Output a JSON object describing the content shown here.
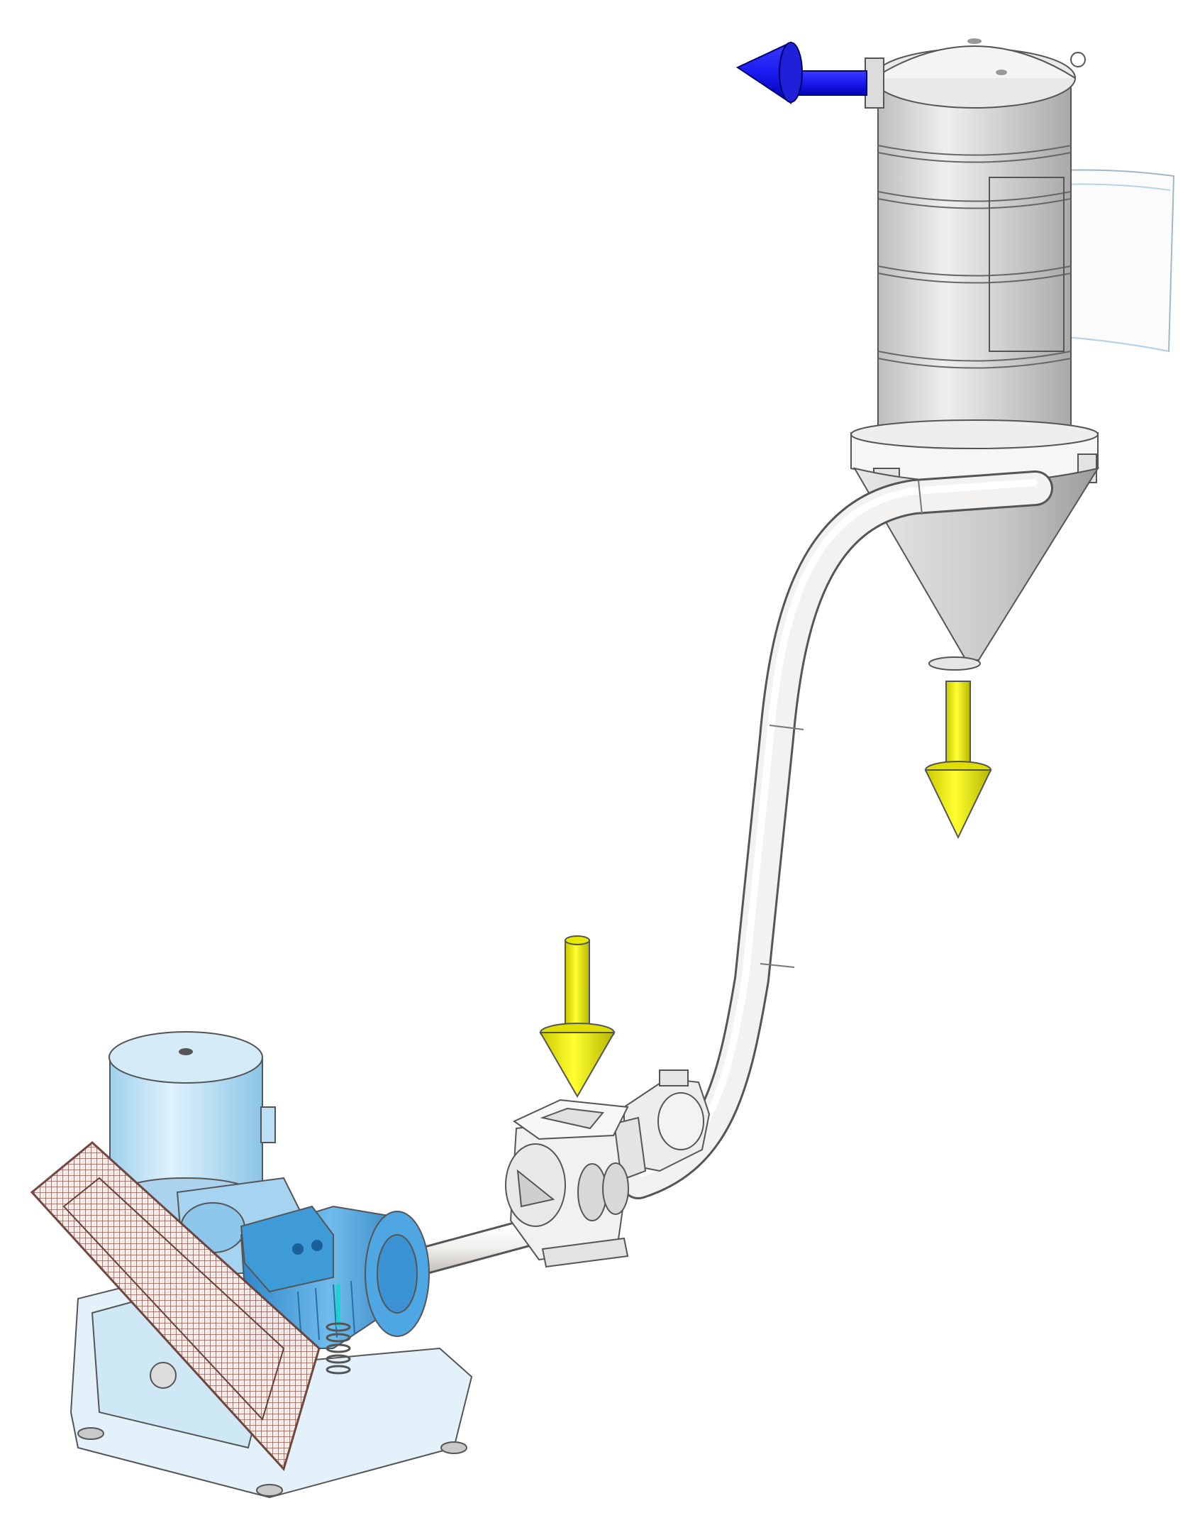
{
  "scene": {
    "kind": "pneumatic-conveying-system",
    "background_color": "#ffffff",
    "components": [
      {
        "id": "receiver-filter",
        "name": "cyclone-filter-receiver",
        "icon": "cylinder-hopper-icon"
      },
      {
        "id": "conveying-line",
        "name": "conveying-pipe",
        "icon": "pipe-icon"
      },
      {
        "id": "rotary-valve",
        "name": "rotary-airlock-feeder",
        "icon": "rotary-valve-icon"
      },
      {
        "id": "blower-unit",
        "name": "blower-with-motor-and-silencer",
        "icon": "blower-icon"
      }
    ],
    "flow_arrows": [
      {
        "id": "air-exhaust",
        "color": "#1414e6",
        "direction": "left",
        "icon": "blue-arrow-left-icon"
      },
      {
        "id": "product-inlet",
        "color": "#f5f500",
        "direction": "down",
        "icon": "yellow-arrow-down-icon"
      },
      {
        "id": "product-discharge",
        "color": "#f5f500",
        "direction": "down",
        "icon": "yellow-arrow-down-icon"
      }
    ],
    "colors": {
      "steel": "#dcdcdc",
      "steel_dark": "#9a9a9a",
      "pipe": "#f2f0ee",
      "motor_blue": "#4aa3e0",
      "motor_light": "#a8d4f2",
      "silencer": "#c6e6f7",
      "guard_mesh": "#8a5a50",
      "frame": "#d9eef8"
    }
  }
}
